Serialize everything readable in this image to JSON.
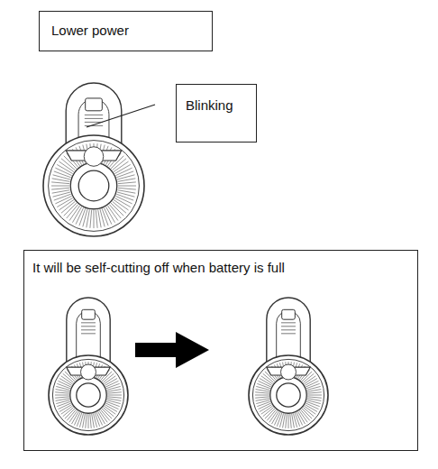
{
  "diagram": {
    "nodes": [
      {
        "text": [
          "Lower power"
        ]
      },
      {
        "text": [
          "Blinking"
        ]
      },
      {
        "text": [
          "It will be self-cutting off when battery is full"
        ]
      }
    ]
  }
}
